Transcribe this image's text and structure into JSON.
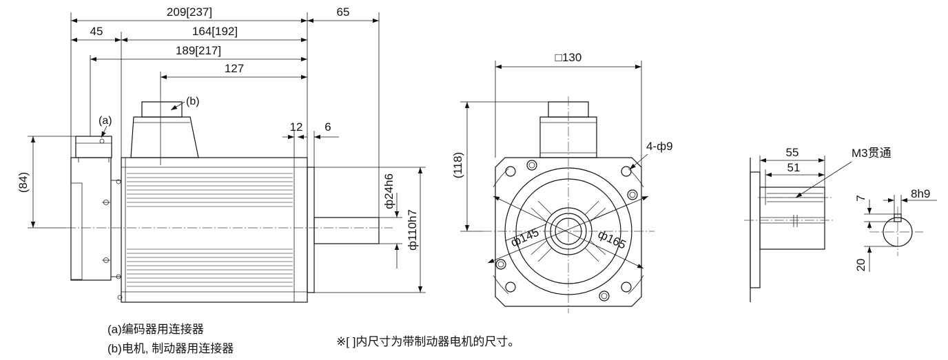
{
  "side_view": {
    "dim_total": "209[237]",
    "dim_shaft": "65",
    "dim_flange": "45",
    "dim_body": "164[192]",
    "dim_enc": "189[217]",
    "dim_conn": "127",
    "label_b": "(b)",
    "label_a": "(a)",
    "dim_12": "12",
    "dim_6": "6",
    "dim_84": "(84)",
    "dim_shaft_dia": "ф24h6",
    "dim_spigot": "ф110h7"
  },
  "front_view": {
    "dim_square": "□130",
    "dim_118": "(118)",
    "dim_holes": "4-ф9",
    "dim_145": "ф145",
    "dim_165": "ф165"
  },
  "shaft_view": {
    "dim_55": "55",
    "dim_51": "51",
    "label_m3": "M3贯通",
    "dim_8h9": "8h9",
    "dim_7": "7",
    "dim_20": "20"
  },
  "notes": {
    "note_a": "(a)编码器用连接器",
    "note_b": "(b)电机, 制动器用连接器",
    "note_bracket": "※[ ]内尺寸为带制动器电机的尺寸。"
  }
}
